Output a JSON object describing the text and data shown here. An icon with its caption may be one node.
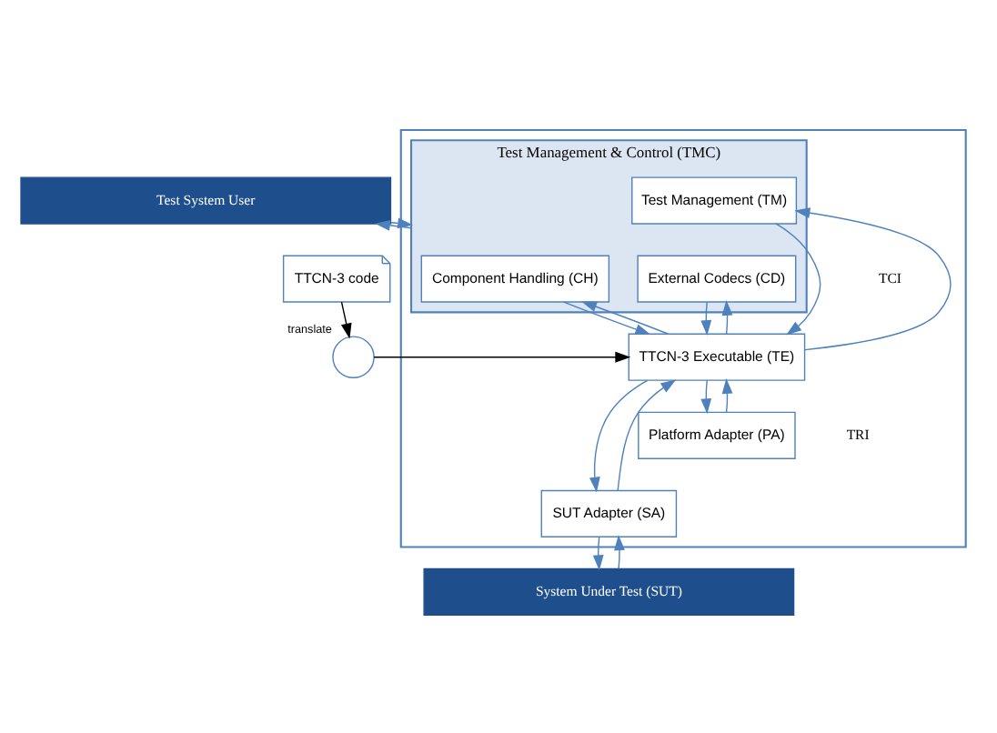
{
  "diagram": {
    "nodes": [
      {
        "text": [
          "Test System User"
        ]
      },
      {
        "text": [],
        "shape": "box"
      },
      {
        "text": [
          "Test Management & Control (TMC)"
        ],
        "in": 1
      },
      {
        "text": [
          "External Codecs (CD)"
        ],
        "in": 2
      },
      {
        "text": [
          "Test Management (TM)"
        ],
        "in": 2
      },
      {
        "text": [
          "Component Handling (CH)"
        ],
        "in": 2
      },
      {
        "text": [
          "TTCN-3 Executable (TE)"
        ],
        "in": 1
      },
      {
        "text": [
          "SUT Adapter (SA)"
        ],
        "in": 1
      },
      {
        "text": [
          "Platform Adapter (PA)"
        ],
        "in": 1
      },
      {
        "text": [
          "System Under Test (SUT)"
        ]
      },
      {
        "text": [
          "TTCN-3 code"
        ]
      },
      {
        "text": [],
        "shape": "circle",
        "beside": [
          "translate"
        ]
      }
    ],
    "edges": [
      {
        "from": 0,
        "to": 2,
        "arrow": "to"
      },
      {
        "from": 2,
        "to": 0,
        "arrow": "to"
      },
      {
        "from": 3,
        "to": 6,
        "arrow": "to"
      },
      {
        "from": 6,
        "to": 3,
        "arrow": "to"
      },
      {
        "from": 4,
        "to": 6,
        "arrow": "to"
      },
      {
        "from": 6,
        "to": 4,
        "arrow": "to"
      },
      {
        "from": 5,
        "to": 6,
        "arrow": "to"
      },
      {
        "from": 6,
        "to": 5,
        "arrow": "to"
      },
      {
        "from": 6,
        "to": 7,
        "arrow": "to"
      },
      {
        "from": 7,
        "to": 6,
        "arrow": "to"
      },
      {
        "from": 6,
        "to": 8,
        "arrow": "to"
      },
      {
        "from": 8,
        "to": 6,
        "arrow": "to"
      },
      {
        "from": 7,
        "to": 9,
        "arrow": "to"
      },
      {
        "from": 9,
        "to": 7,
        "arrow": "to"
      },
      {
        "from": 10,
        "to": 11,
        "arrow": "to",
        "color": "#000000"
      },
      {
        "from": 11,
        "to": 6,
        "arrow": "to",
        "color": "#000000"
      }
    ],
    "labels": [
      "TCI",
      "TRI"
    ]
  }
}
